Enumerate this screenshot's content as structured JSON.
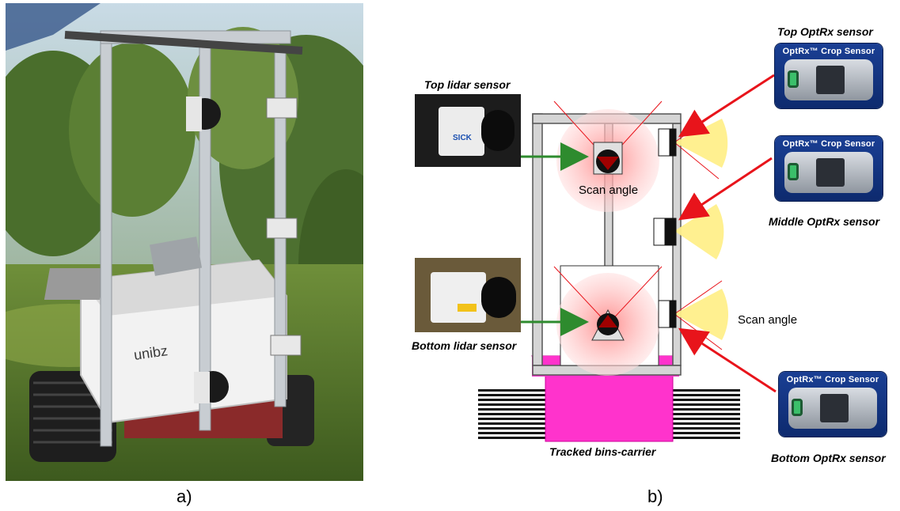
{
  "labels": {
    "panel_a": "a)",
    "panel_b": "b)",
    "top_lidar": "Top lidar sensor",
    "bottom_lidar": "Bottom lidar sensor",
    "top_optrx": "Top OptRx sensor",
    "middle_optrx": "Middle OptRx sensor",
    "bottom_optrx": "Bottom OptRx sensor",
    "carrier": "Tracked bins-carrier",
    "scan_angle_top": "Scan angle",
    "scan_angle_right": "Scan angle"
  },
  "photo": {
    "box_text_brand": "unibz"
  },
  "optrx_card_title": "OptRx™ Crop Sensor",
  "lidar_brand": "SICK"
}
